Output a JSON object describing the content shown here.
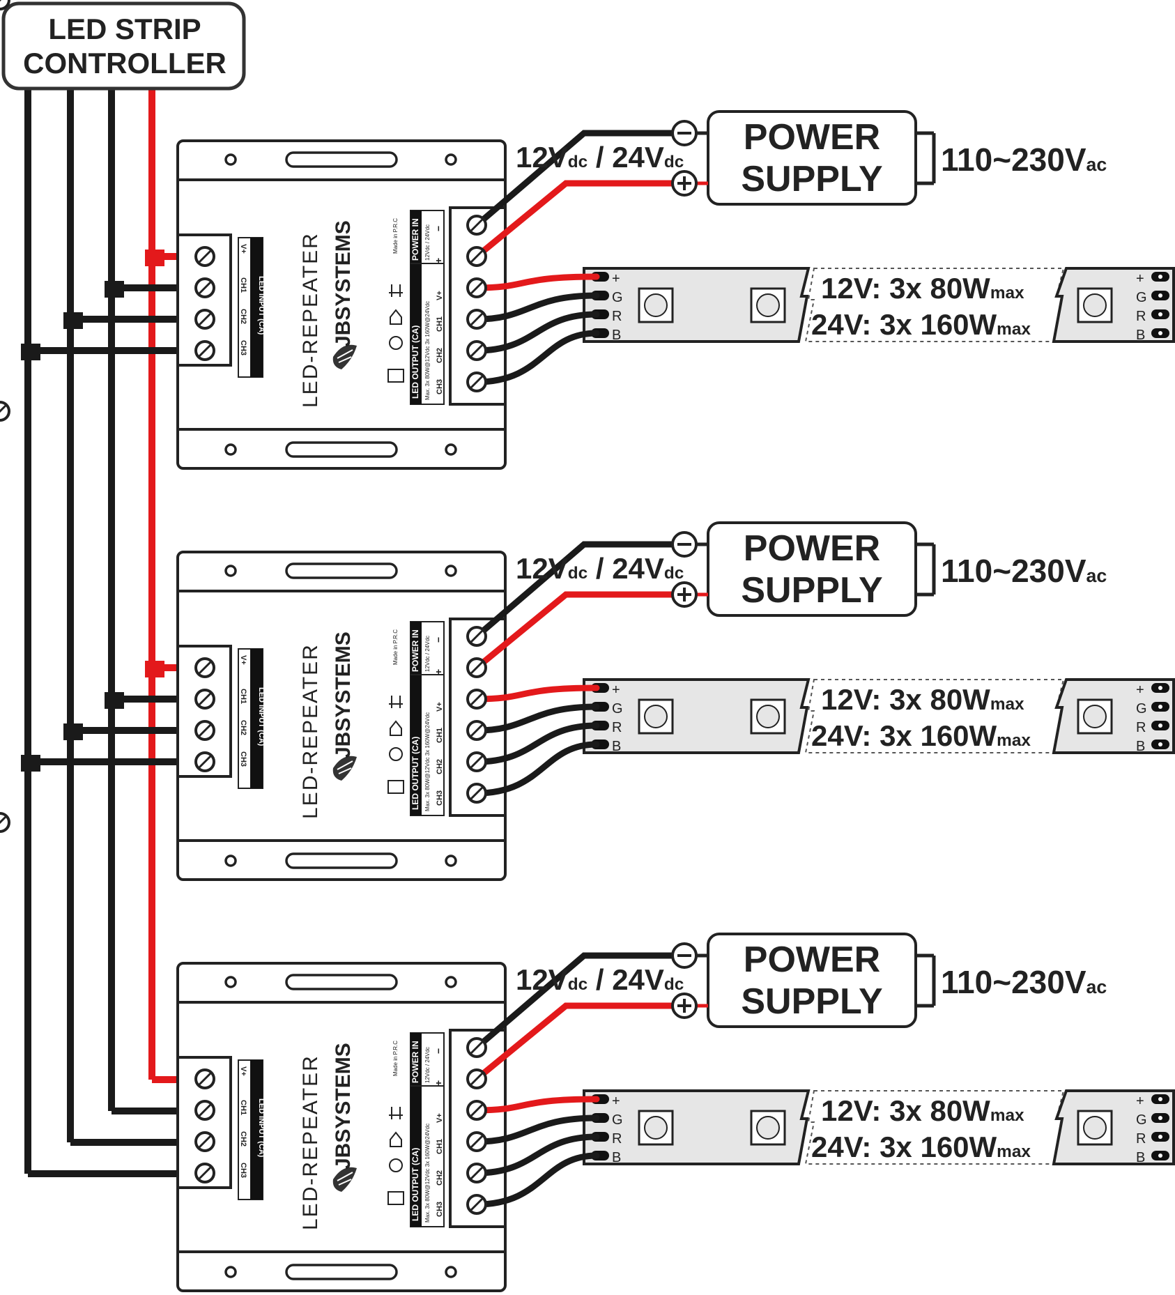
{
  "controller": {
    "line1": "LED STRIP",
    "line2": "CONTROLLER"
  },
  "repeater": {
    "title": "LED-REPEATER",
    "brand": "JBSYSTEMS",
    "made_in": "Made in P.R.C",
    "input_header": "LED INPUT (CA)",
    "input_labels": [
      "V+",
      "CH1",
      "CH2",
      "CH3"
    ],
    "output_header": "LED OUTPUT (CA)",
    "output_rating": "Max. 3x 80W@12Vdc 3x 160W@24Vdc",
    "output_labels": [
      "CH3",
      "CH2",
      "CH1",
      "V+"
    ],
    "power_header": "POWER IN",
    "power_rating": "12Vdc / 24Vdc",
    "power_labels": [
      "+",
      "−"
    ]
  },
  "power": {
    "dc_main_1": "12V",
    "dc_sub_1": "dc",
    "dc_sep": " / ",
    "dc_main_2": "24V",
    "dc_sub_2": "dc",
    "psu_line1": "POWER",
    "psu_line2": "SUPPLY",
    "ac_main": "110~230V",
    "ac_sub": "ac"
  },
  "strip": {
    "pins": [
      "+",
      "G",
      "R",
      "B"
    ],
    "rating1_main": "12V: 3x 80W",
    "rating1_sub": "max",
    "rating2_main": "24V: 3x 160W",
    "rating2_sub": "max"
  },
  "stages": [
    {
      "id": "stage-1"
    },
    {
      "id": "stage-2"
    },
    {
      "id": "stage-3"
    }
  ],
  "colors": {
    "wire_red": "#e3191b",
    "wire_black": "#1a1a1a",
    "strip_fill": "#e6e6e6",
    "outline": "#222222"
  }
}
